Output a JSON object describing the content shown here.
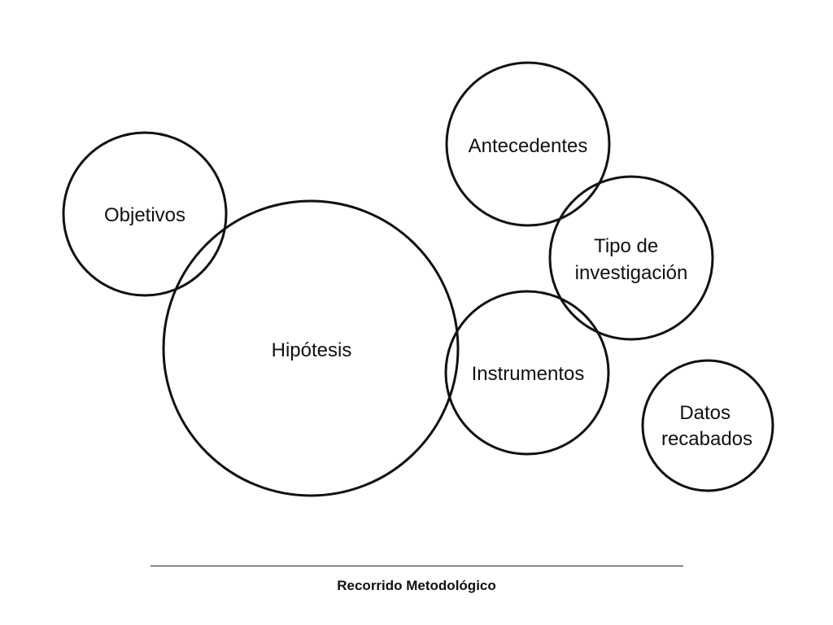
{
  "diagram": {
    "nodes": [
      {
        "id": "objetivos",
        "lines": [
          "Objetivos"
        ]
      },
      {
        "id": "hipotesis",
        "lines": [
          "Hipótesis"
        ]
      },
      {
        "id": "antecedentes",
        "lines": [
          "Antecedentes"
        ]
      },
      {
        "id": "tipo-investigacion",
        "lines": [
          "Tipo de",
          "investigación"
        ]
      },
      {
        "id": "instrumentos",
        "lines": [
          "Instrumentos"
        ]
      },
      {
        "id": "datos-recabados",
        "lines": [
          "Datos",
          "recabados"
        ]
      }
    ]
  },
  "footer": {
    "title": "Recorrido Metodológico"
  },
  "colors": {
    "stroke": "#111111",
    "background": "#ffffff"
  }
}
